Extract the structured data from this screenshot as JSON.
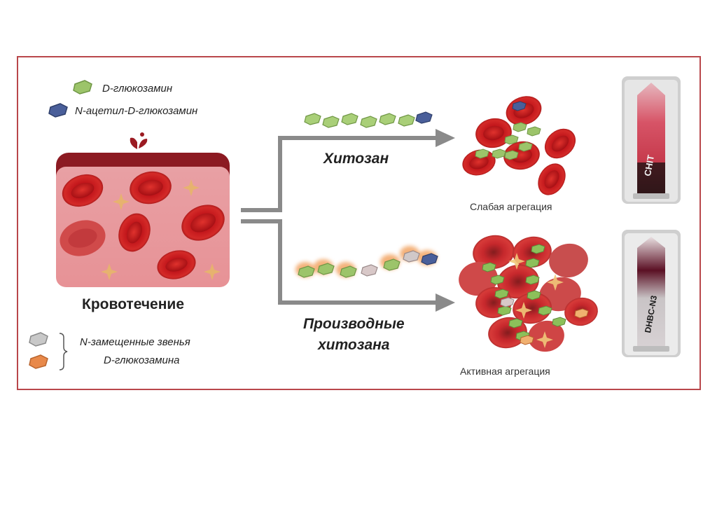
{
  "legend": {
    "d_glucosamine": "D-глюкозамин",
    "n_acetyl": "N-ацетил-D-глюкозамин",
    "substituted_line1": "N-замещенные звенья",
    "substituted_line2": "D-глюкозамина"
  },
  "labels": {
    "bleeding": "Кровотечение",
    "chitosan": "Хитозан",
    "derivatives_line1": "Производные",
    "derivatives_line2": "хитозана",
    "weak_aggregation": "Слабая агрегация",
    "active_aggregation": "Активная агрегация"
  },
  "vials": {
    "top_label": "CHIT",
    "bottom_label": "DHBC-N3"
  },
  "colors": {
    "frame": "#b9474b",
    "green_unit": "#9cc46a",
    "blue_unit": "#4a5f9a",
    "grey_unit": "#b8b8b8",
    "orange_unit": "#e8894a",
    "red_cell": "#c2161b",
    "arrow": "#8a8a8a"
  }
}
